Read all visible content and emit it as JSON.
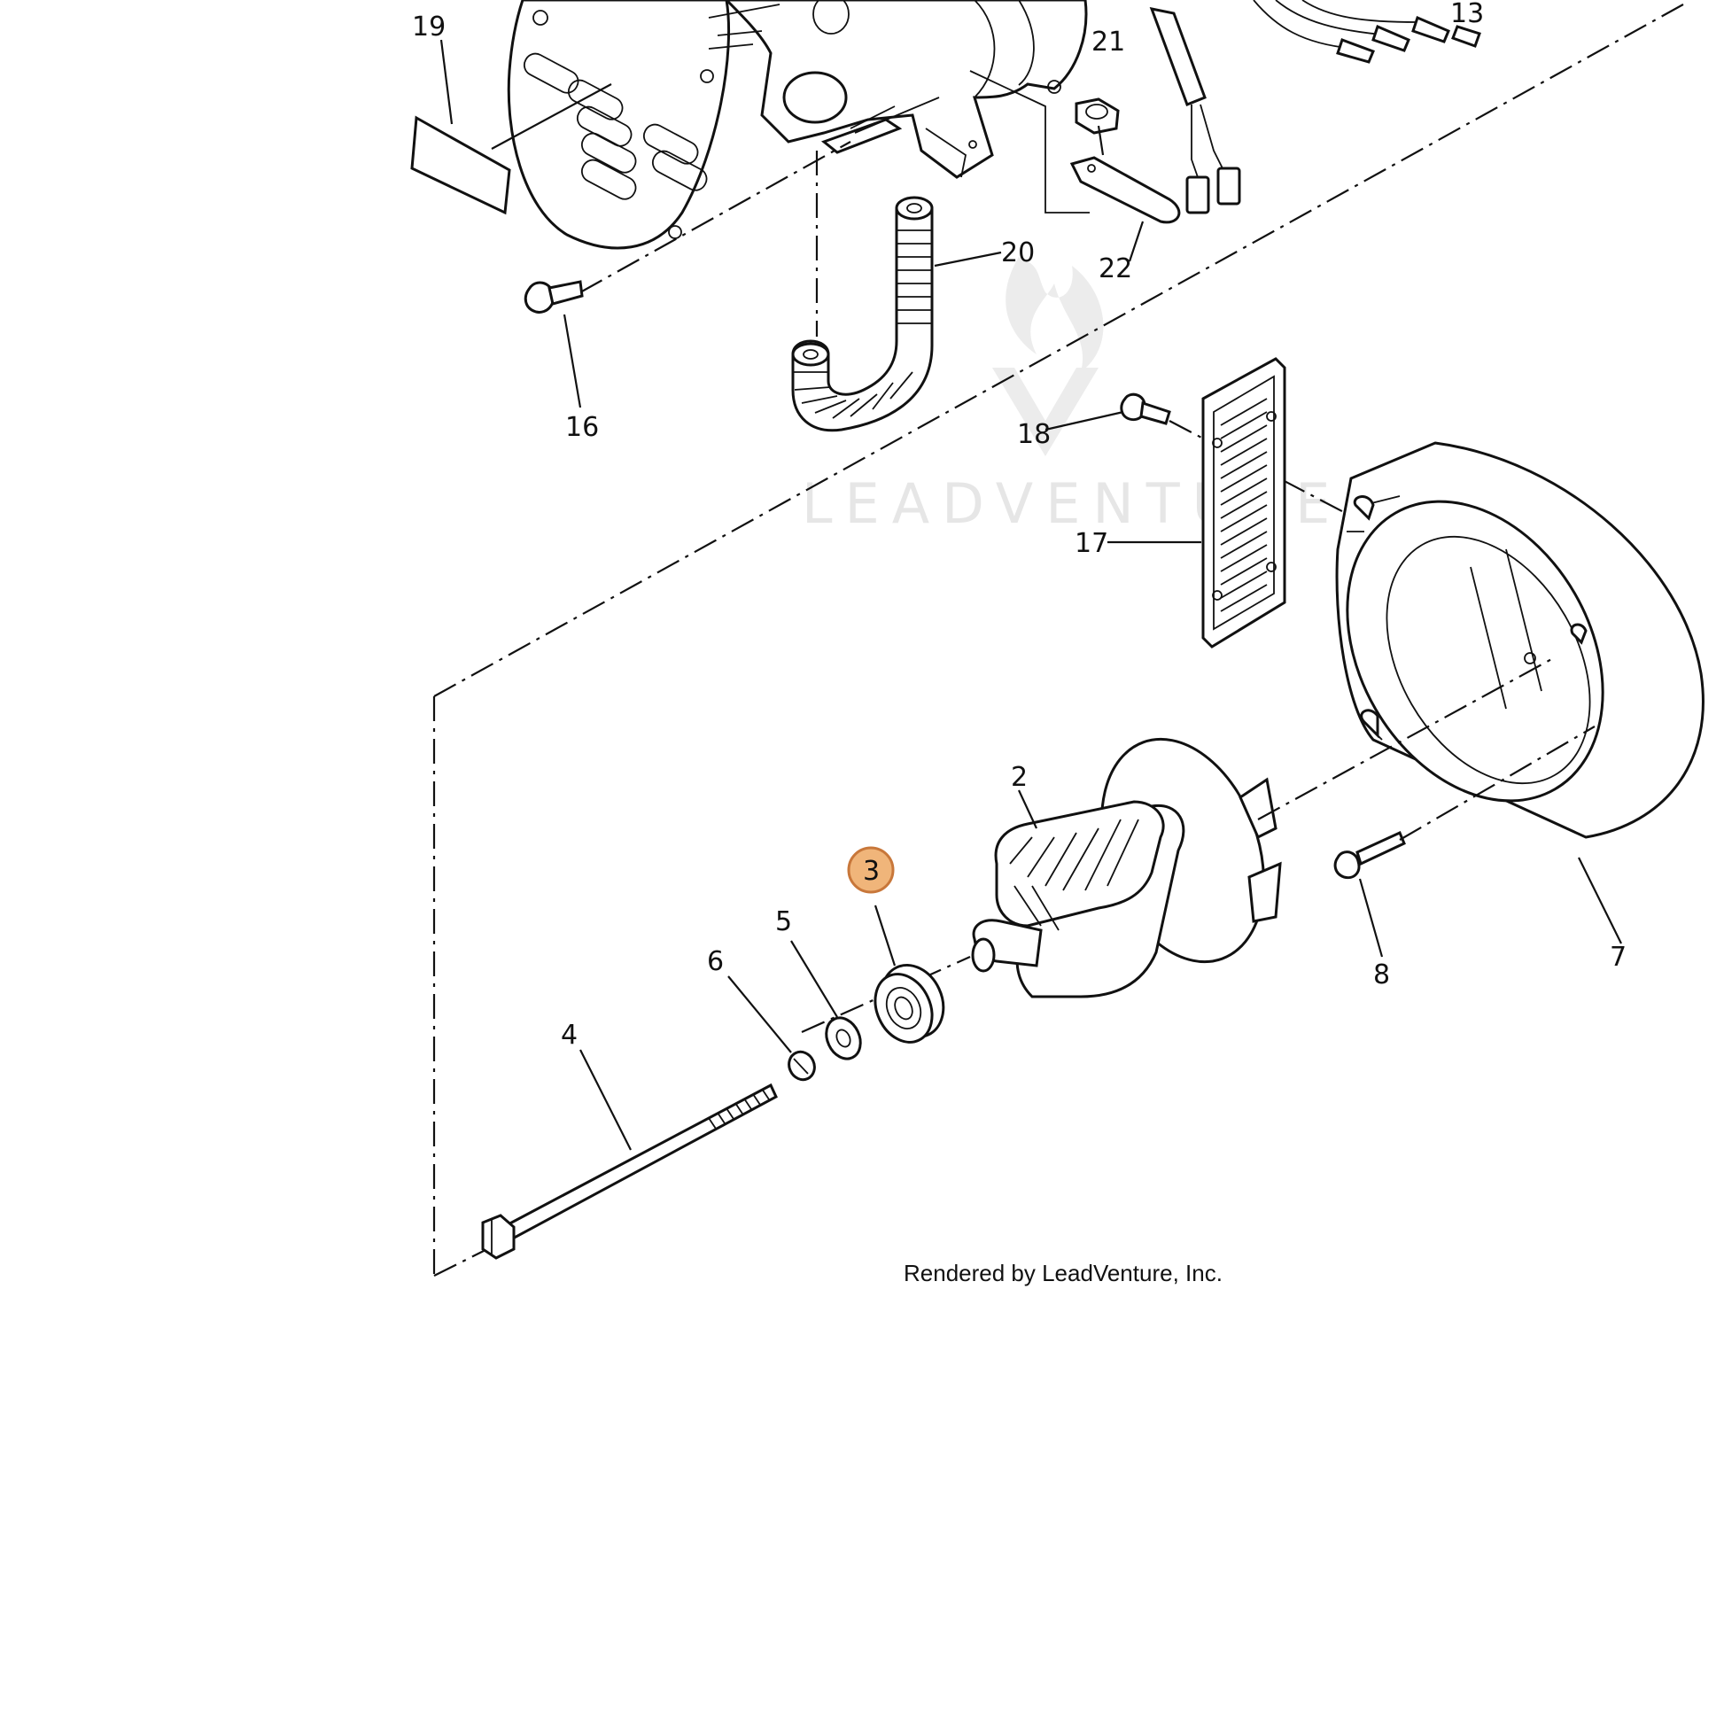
{
  "labels": {
    "l2": "2",
    "l3": "3",
    "l4": "4",
    "l5": "5",
    "l6": "6",
    "l7": "7",
    "l8": "8",
    "l13": "13",
    "l16": "16",
    "l17": "17",
    "l18": "18",
    "l19": "19",
    "l20": "20",
    "l21": "21",
    "l22": "22"
  },
  "highlight": {
    "part": "3",
    "color": "#f0b57a",
    "border": "#c8773a"
  },
  "watermark": "LEADVENTURE",
  "credit": "Rendered by LeadVenture, Inc."
}
